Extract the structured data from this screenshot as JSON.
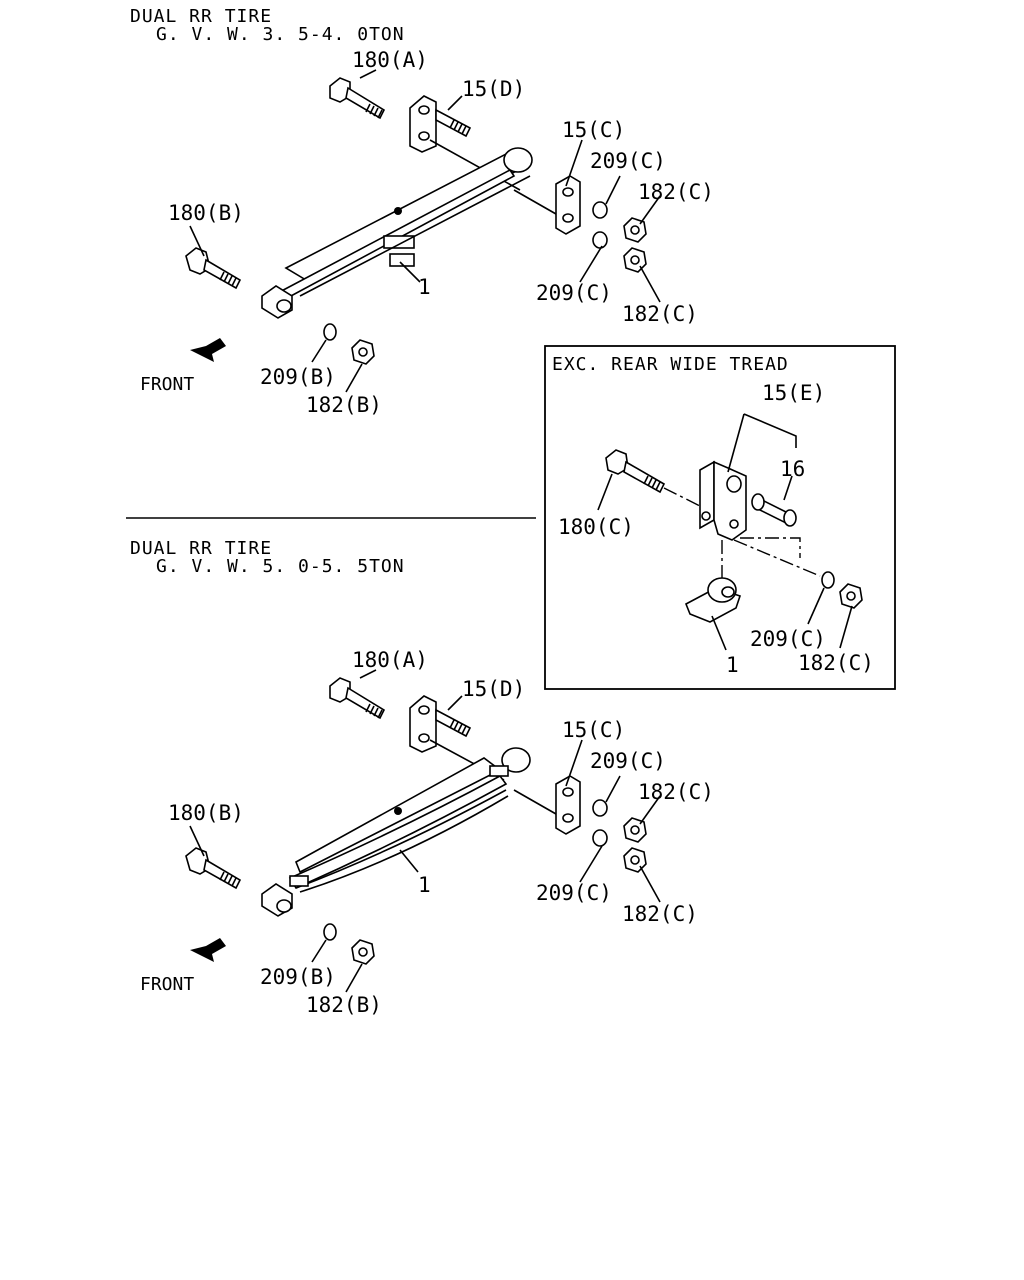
{
  "top_section": {
    "header_line1": "DUAL RR TIRE",
    "header_line2": "G. V. W. 3. 5-4. 0TON",
    "front_label": "FRONT",
    "labels": {
      "bolt_a": "180(A)",
      "shackle_d": "15(D)",
      "shackle_c": "15(C)",
      "washer_c_upper": "209(C)",
      "nut_c_upper": "182(C)",
      "bolt_b": "180(B)",
      "spring": "1",
      "washer_c_lower": "209(C)",
      "nut_c_lower": "182(C)",
      "washer_b": "209(B)",
      "nut_b": "182(B)"
    }
  },
  "inset": {
    "title": "EXC. REAR WIDE TREAD",
    "labels": {
      "shackle_e": "15(E)",
      "bushing": "16",
      "bolt_c": "180(C)",
      "washer_c": "209(C)",
      "nut_c": "182(C)",
      "spring": "1"
    }
  },
  "bottom_section": {
    "header_line1": "DUAL RR TIRE",
    "header_line2": "G. V. W. 5. 0-5. 5TON",
    "front_label": "FRONT",
    "labels": {
      "bolt_a": "180(A)",
      "shackle_d": "15(D)",
      "shackle_c": "15(C)",
      "washer_c_upper": "209(C)",
      "nut_c_upper": "182(C)",
      "bolt_b": "180(B)",
      "spring": "1",
      "washer_c_lower": "209(C)",
      "nut_c_lower": "182(C)",
      "washer_b": "209(B)",
      "nut_b": "182(B)"
    }
  }
}
